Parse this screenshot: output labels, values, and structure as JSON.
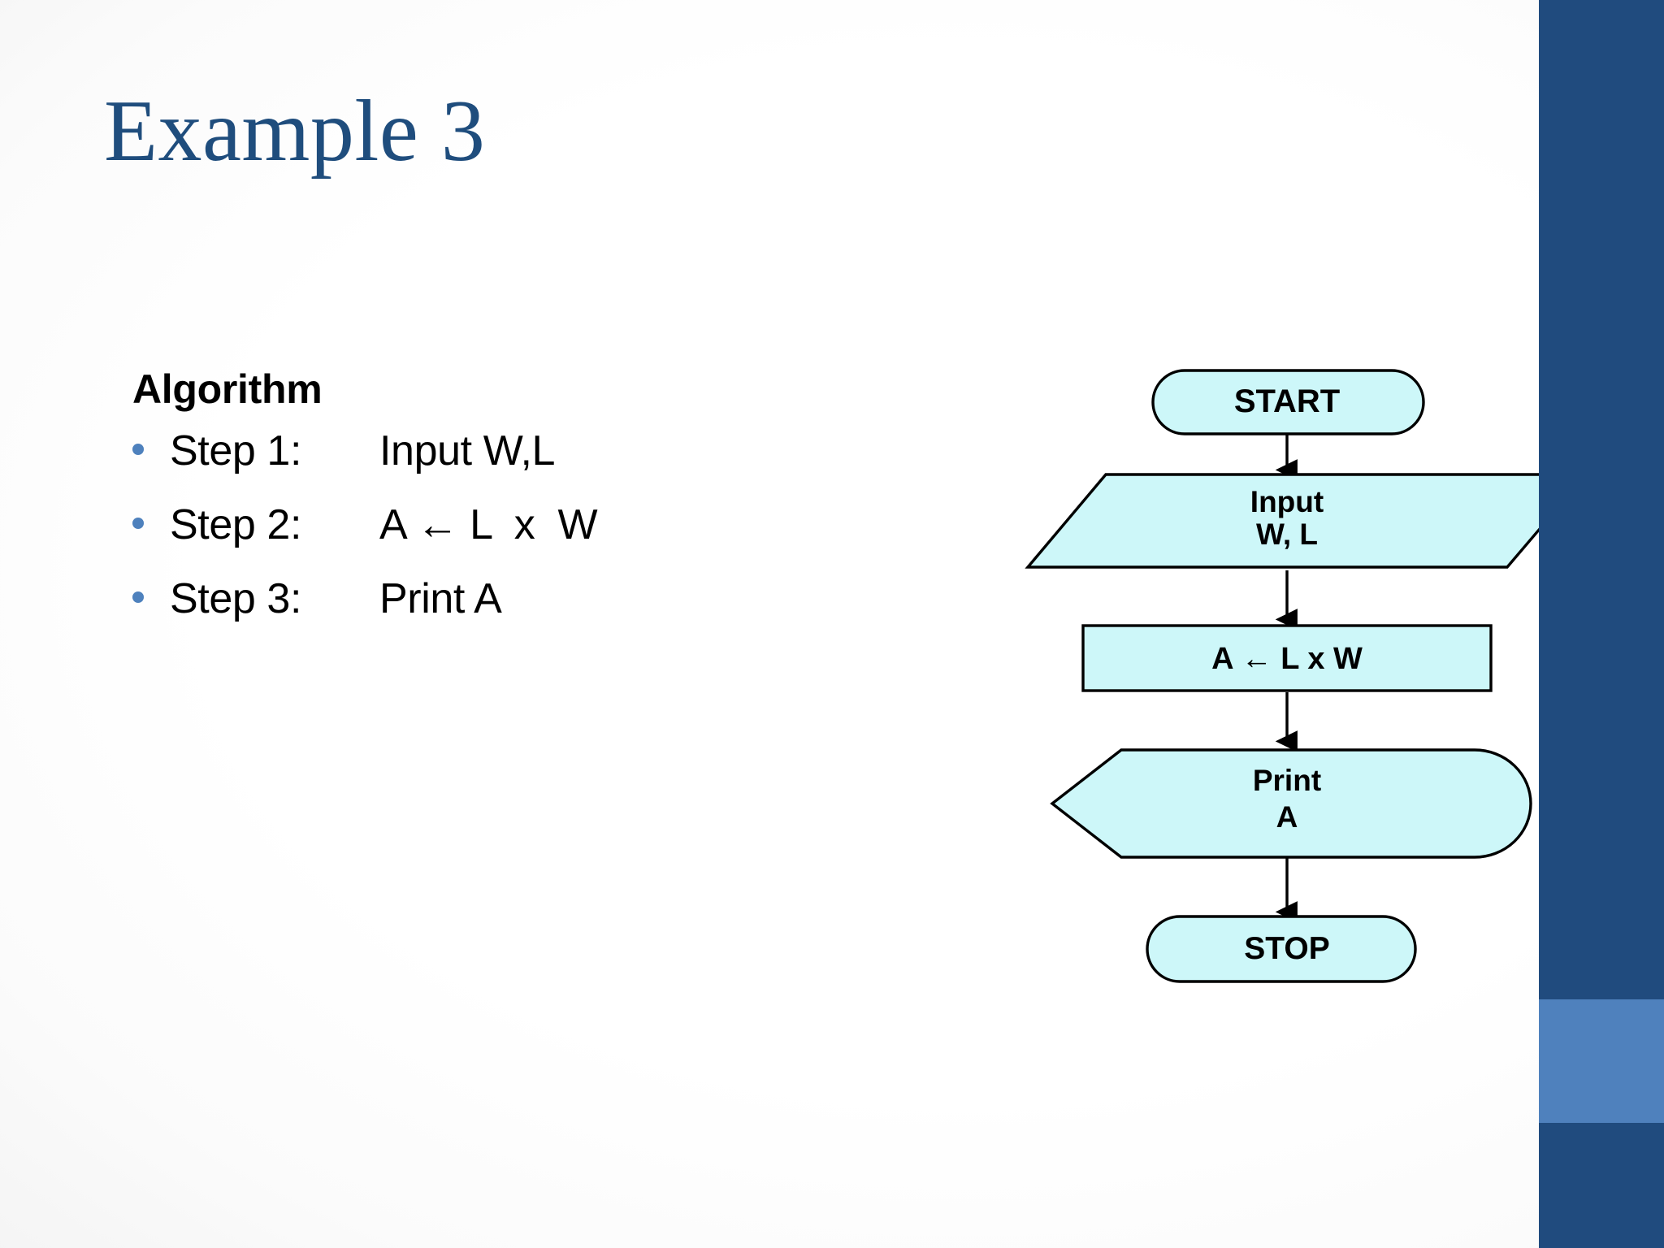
{
  "slide": {
    "title": "Example 3",
    "title_color": "#1F4D7D",
    "background_color": "#FFFFFF"
  },
  "sidebar": {
    "primary_color": "#204B7E",
    "accent_band_color": "#4F81BD"
  },
  "algorithm": {
    "heading": "Algorithm",
    "bullet_color": "#4E81BD",
    "steps": [
      {
        "label": "Step 1:",
        "value": "Input W,L"
      },
      {
        "label": "Step 2:",
        "value": "A ← L  x  W"
      },
      {
        "label": "Step 3:",
        "value": "Print A"
      }
    ]
  },
  "flowchart": {
    "fill_color": "#CDF7F9",
    "stroke_color": "#000000",
    "nodes": [
      {
        "id": "start",
        "shape": "terminator",
        "text_line1": "START",
        "text_line2": ""
      },
      {
        "id": "input",
        "shape": "parallelogram",
        "text_line1": "Input",
        "text_line2": "W, L"
      },
      {
        "id": "process",
        "shape": "rectangle",
        "text_line1": "A ← L x W",
        "text_line2": ""
      },
      {
        "id": "output",
        "shape": "display",
        "text_line1": "Print",
        "text_line2": "A"
      },
      {
        "id": "stop",
        "shape": "terminator",
        "text_line1": "STOP",
        "text_line2": ""
      }
    ],
    "connectors": [
      {
        "from": "start",
        "to": "input"
      },
      {
        "from": "input",
        "to": "process"
      },
      {
        "from": "process",
        "to": "output"
      },
      {
        "from": "output",
        "to": "stop"
      }
    ]
  }
}
